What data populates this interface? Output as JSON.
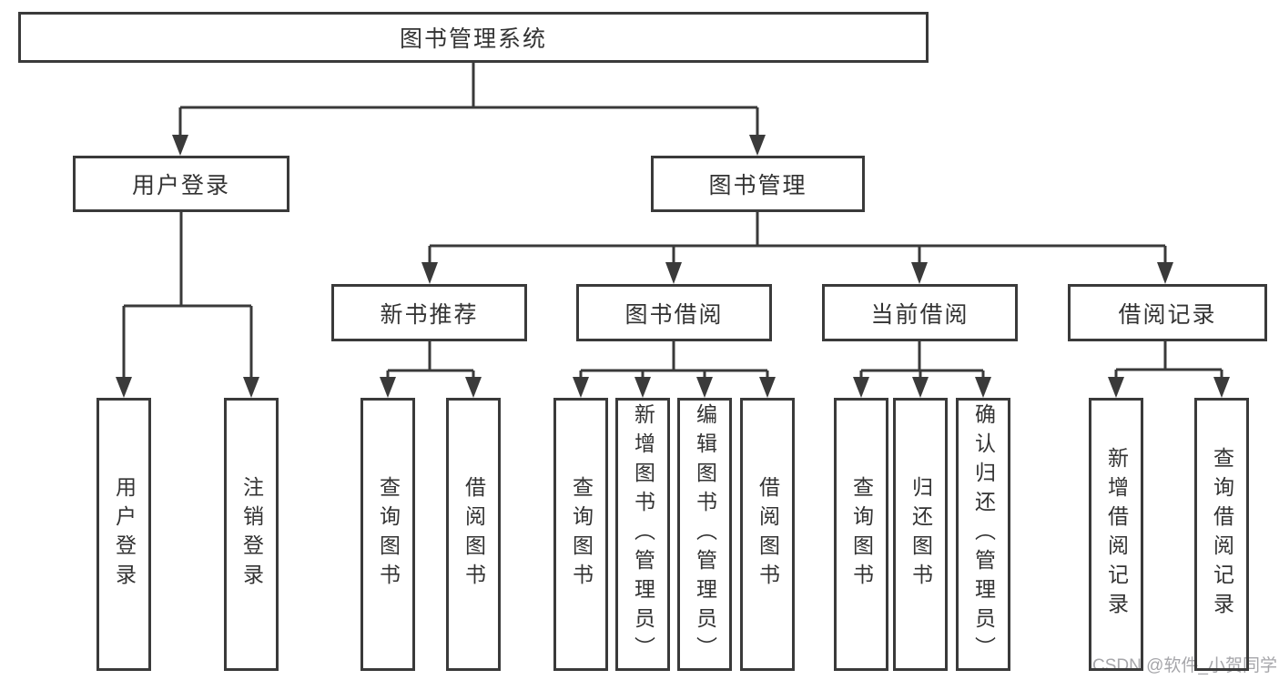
{
  "diagram": {
    "title": "图书管理系统",
    "root": {
      "label": "图书管理系统"
    },
    "level2": [
      {
        "label": "用户登录"
      },
      {
        "label": "图书管理"
      }
    ],
    "level3": [
      {
        "label": "新书推荐"
      },
      {
        "label": "图书借阅"
      },
      {
        "label": "当前借阅"
      },
      {
        "label": "借阅记录"
      }
    ],
    "leaves": {
      "login": [
        "用户登录",
        "注销登录"
      ],
      "recommend": [
        "查询图书",
        "借阅图书"
      ],
      "borrow": [
        "查询图书",
        "新增图书（管理员）",
        "编辑图书（管理员）",
        "借阅图书"
      ],
      "current": [
        "查询图书",
        "归还图书",
        "确认归还（管理员）"
      ],
      "records": [
        "新增借阅记录",
        "查询借阅记录"
      ]
    }
  },
  "watermark": {
    "text": "CSDN @软件_小贺同学"
  },
  "colors": {
    "line": "#3a3a3a",
    "text": "#333333",
    "box_background": "#ffffff",
    "watermark": "#a6a6aa"
  }
}
